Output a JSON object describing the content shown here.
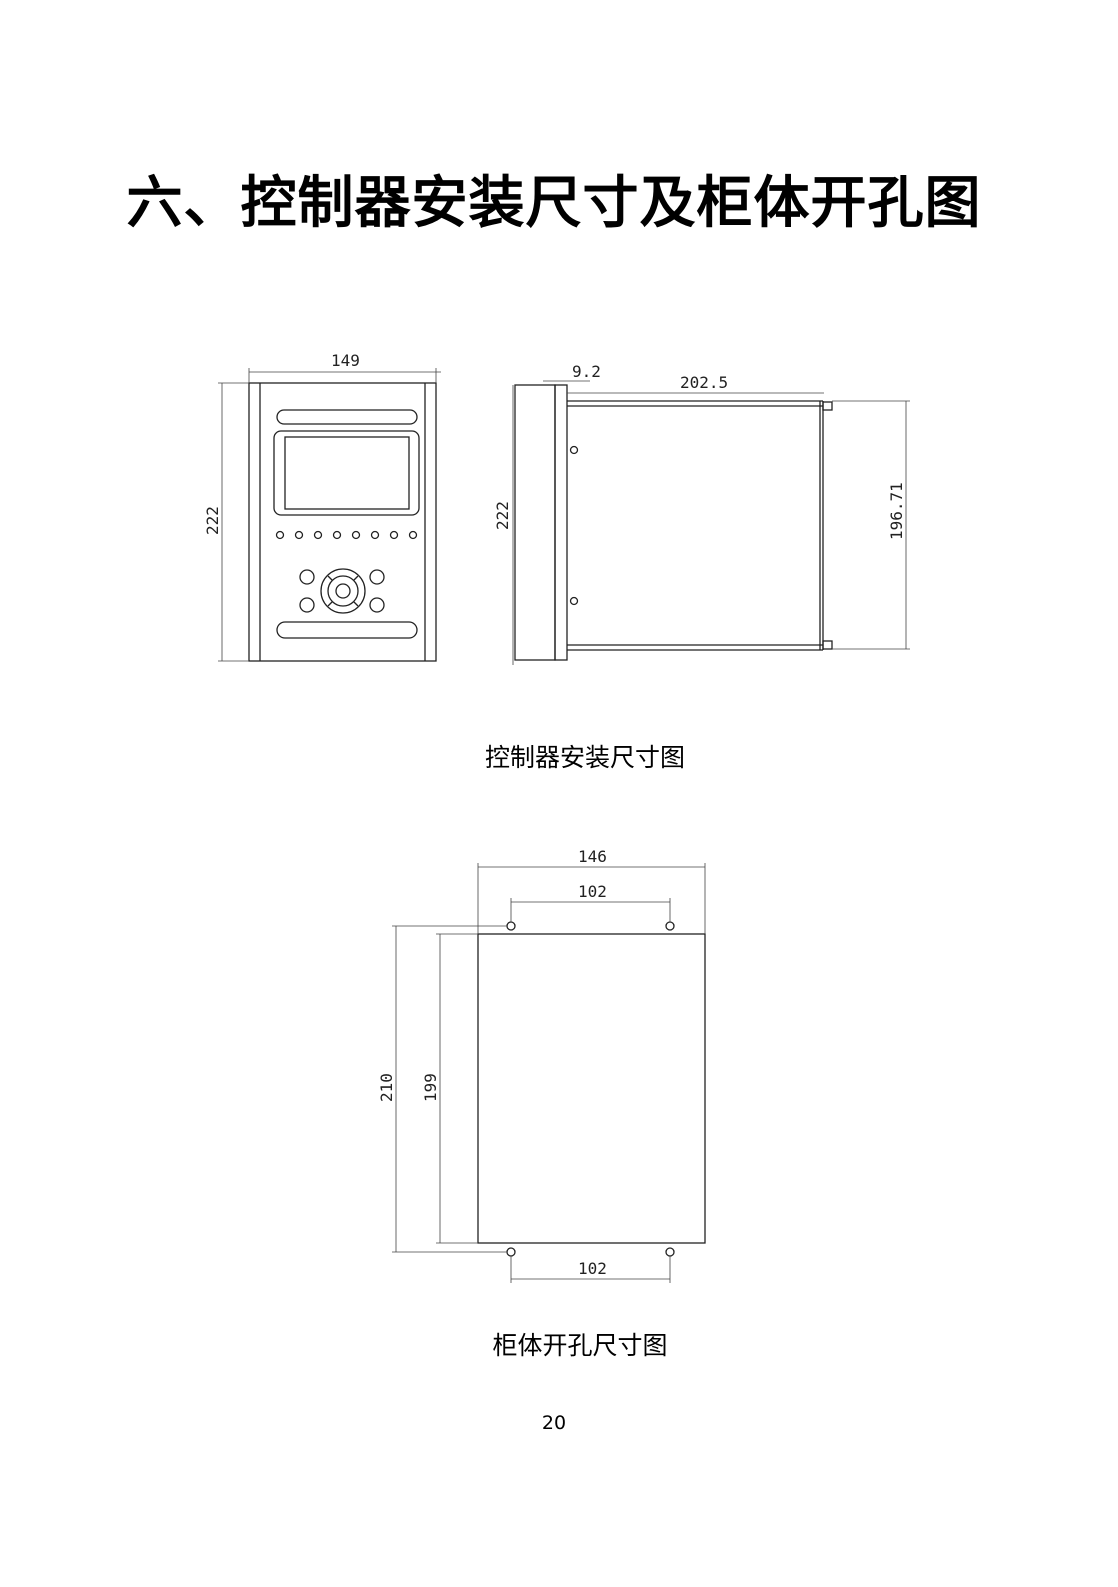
{
  "title": "六、控制器安装尺寸及柜体开孔图",
  "figure1": {
    "caption": "控制器安装尺寸图",
    "front": {
      "width": "149",
      "height": "222"
    },
    "side": {
      "panel": "9.2",
      "depth": "202.5",
      "height": "222",
      "body_height": "196.71"
    }
  },
  "figure2": {
    "caption": "柜体开孔尺寸图",
    "width": "146",
    "hole_spacing_top": "102",
    "hole_spacing_bottom": "102",
    "hole_height": "210",
    "cutout_height": "199"
  },
  "page_number": "20"
}
